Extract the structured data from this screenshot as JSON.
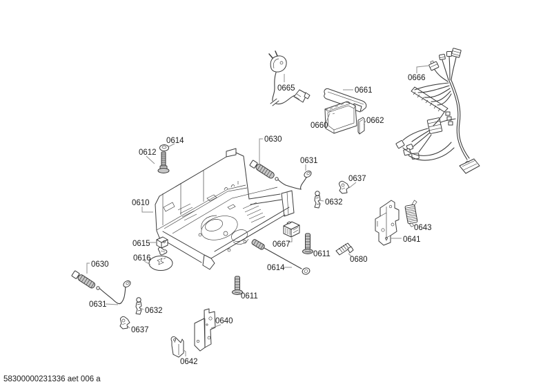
{
  "diagram": {
    "footer": "58300000231336 aet 006 a",
    "colors": {
      "line": "#3a3a3a",
      "leader": "#8d8d8d",
      "text": "#1a1a1a",
      "shade": "#c6c6c6",
      "background": "#ffffff"
    },
    "labels": [
      {
        "part": "0665"
      },
      {
        "part": "0661"
      },
      {
        "part": "0660"
      },
      {
        "part": "0662"
      },
      {
        "part": "0666"
      },
      {
        "part": "0614"
      },
      {
        "part": "0612"
      },
      {
        "part": "0630"
      },
      {
        "part": "0631"
      },
      {
        "part": "0637"
      },
      {
        "part": "0632"
      },
      {
        "part": "0610"
      },
      {
        "part": "0615"
      },
      {
        "part": "0616"
      },
      {
        "part": "0630"
      },
      {
        "part": "0631"
      },
      {
        "part": "0632"
      },
      {
        "part": "0637"
      },
      {
        "part": "0640"
      },
      {
        "part": "0642"
      },
      {
        "part": "0611"
      },
      {
        "part": "0667"
      },
      {
        "part": "0611"
      },
      {
        "part": "0680"
      },
      {
        "part": "0614"
      },
      {
        "part": "0641"
      },
      {
        "part": "0643"
      }
    ]
  }
}
